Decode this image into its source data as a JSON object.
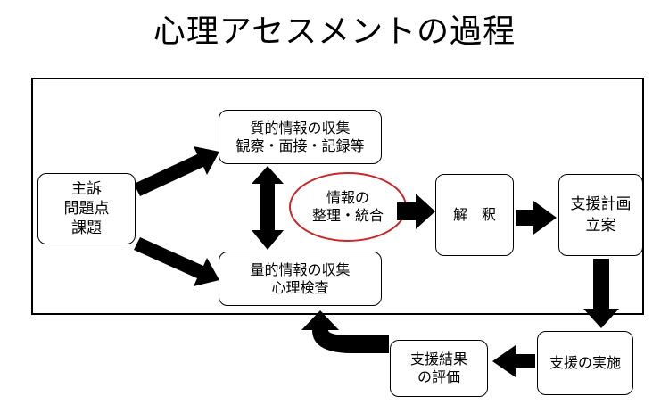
{
  "title": "心理アセスメントの過程",
  "nodes": {
    "complaint": [
      "主訴",
      "問題点",
      "課題"
    ],
    "qualitative": [
      "質的情報の収集",
      "観察・面接・記録等"
    ],
    "quantitative": [
      "量的情報の収集",
      "心理検査"
    ],
    "integration": [
      "情報の",
      "整理・統合"
    ],
    "interpretation": [
      "解　釈"
    ],
    "plan": [
      "支援計画",
      "立案"
    ],
    "implementation": [
      "支援の実施"
    ],
    "evaluation": [
      "支援結果",
      "の評価"
    ]
  },
  "colors": {
    "oval_outline": "#c8282a",
    "arrow_fill": "#000000"
  }
}
